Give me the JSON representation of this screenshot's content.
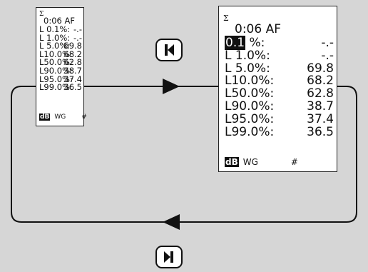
{
  "small_display": {
    "sigma": "Σ",
    "header": "0:06 AF",
    "rows": [
      {
        "label": "L 0.1%:",
        "value": "-.-"
      },
      {
        "label": "L 1.0%:",
        "value": "-.-"
      },
      {
        "label": "L 5.0%:",
        "value": "69.8"
      },
      {
        "label": "L10.0%:",
        "value": "68.2"
      },
      {
        "label": "L50.0%:",
        "value": "62.8"
      },
      {
        "label": "L90.0%:",
        "value": "38.7"
      },
      {
        "label": "L95.0%:",
        "value": "37.4"
      },
      {
        "label": "L99.0%:",
        "value": "36.5"
      }
    ],
    "footer": {
      "db": "dB",
      "wg": "WG",
      "hash": "#"
    }
  },
  "large_display": {
    "sigma": "Σ",
    "header": "0:06 AF",
    "highlight": "0.1",
    "rows": [
      {
        "label": "%:",
        "value": "-.-"
      },
      {
        "label": "L 1.0%:",
        "value": "-.-"
      },
      {
        "label": "L 5.0%:",
        "value": "69.8"
      },
      {
        "label": "L10.0%:",
        "value": "68.2"
      },
      {
        "label": "L50.0%:",
        "value": "62.8"
      },
      {
        "label": "L90.0%:",
        "value": "38.7"
      },
      {
        "label": "L95.0%:",
        "value": "37.4"
      },
      {
        "label": "L99.0%:",
        "value": "36.5"
      }
    ],
    "footer": {
      "db": "dB",
      "wg": "WG",
      "hash": "#"
    }
  },
  "buttons": {
    "previous": {
      "icon": "skip-previous-icon"
    },
    "next": {
      "icon": "skip-next-icon"
    }
  },
  "colors": {
    "background": "#d6d6d6",
    "line": "#111111",
    "panel": "#ffffff"
  }
}
